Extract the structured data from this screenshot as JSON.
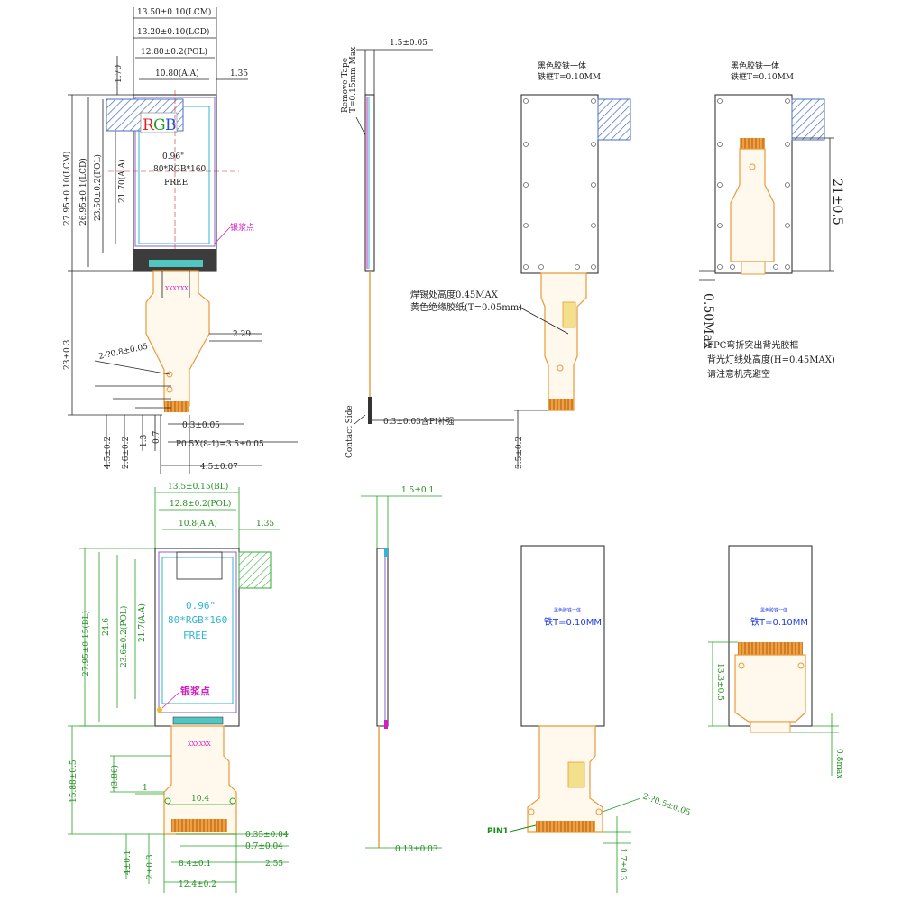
{
  "top_front": {
    "dims": {
      "lcm_w": "13.50±0.10(LCM)",
      "lcd_w": "13.20±0.10(LCD)",
      "pol_w": "12.80±0.2(POL)",
      "aa_w": "10.80(A.A)",
      "right_offset": "1.35",
      "top_offset": "1.70",
      "lcm_h": "27.95±0.10(LCM)",
      "lcd_h": "26.95±0.1(LCD)",
      "pol_h": "23.50±0.2(POL)",
      "aa_h": "21.70(A.A)",
      "fpc_len": "23±0.3",
      "fpc_off": "2.29",
      "holes": "2-?0.8±0.05",
      "b1": "4.5±0.2",
      "b2": "2.6±0.2",
      "b3": "1.3",
      "b4": "0.7",
      "pin_w": "0.3±0.05",
      "pitch": "P0.5X(8-1)=3.5±0.05",
      "fpc_w": "4.5±0.07"
    },
    "rgb_r": "R",
    "rgb_g": "G",
    "rgb_b": "B",
    "size": "0.96\"",
    "res": "80*RGB*160",
    "free": "FREE",
    "marker": "银浆点",
    "fpc_text": "XXXXXX"
  },
  "top_side": {
    "thickness": "1.5±0.05",
    "tape": "Remove Tape",
    "tape_t": "T=0.15mm Max",
    "fpc_t": "0.3±0.03含PI补强",
    "contact": "Contact Side"
  },
  "top_back1": {
    "title1": "黑色胶铁一体",
    "title2": "铁框T=0.10MM",
    "note1": "焊锡处高度0.45MAX",
    "note2": "黄色绝缘胶纸(T=0.05mm)",
    "dim": "3.5±0.2"
  },
  "top_back2": {
    "title1": "黑色胶铁一体",
    "title2": "铁框T=0.10MM",
    "dim": "21±0.5",
    "dim2": "0.50Max",
    "note1": "FPC弯折突出背光胶框",
    "note2": "背光灯线处高度(H=0.45MAX)",
    "note3": "请注意机壳避空"
  },
  "bot_front": {
    "dims": {
      "bl_w": "13.5±0.15(BL)",
      "pol_w": "12.8±0.2(POL)",
      "aa_w": "10.8(A.A)",
      "right_offset": "1.35",
      "bl_h": "27.95±0.15(BL)",
      "h24": "24.6",
      "pol_h": "23.6±0.2(POL)",
      "aa_h": "21.7(A.A)",
      "fpc_len": "15.88±0.5",
      "fpc_mid": "(3.86)",
      "one": "1",
      "w104": "10.4",
      "b1": "4±0.1",
      "b2": "2±0.3",
      "pin1": "0.35±0.04",
      "pin2": "0.7±0.04",
      "pitch": "8.4±0.1",
      "side": "2.55",
      "fpc_w": "12.4±0.2"
    },
    "size": "0.96\"",
    "res": "80*RGB*160",
    "free": "FREE",
    "marker": "银浆点",
    "fpc_text": "XXXXXX"
  },
  "bot_side": {
    "thickness": "1.5±0.1",
    "fpc_t": "0.13±0.03"
  },
  "bot_back1": {
    "title1": "黑色胶铁一体",
    "title2": "铁T=0.10MM",
    "holes": "2-?0.5±0.05",
    "pin1": "PIN1",
    "dim": "1.7±0.3"
  },
  "bot_back2": {
    "title1": "黑色胶铁一体",
    "title2": "铁T=0.10MM",
    "dim": "13.3±0.5",
    "dim2": "0.8max"
  }
}
